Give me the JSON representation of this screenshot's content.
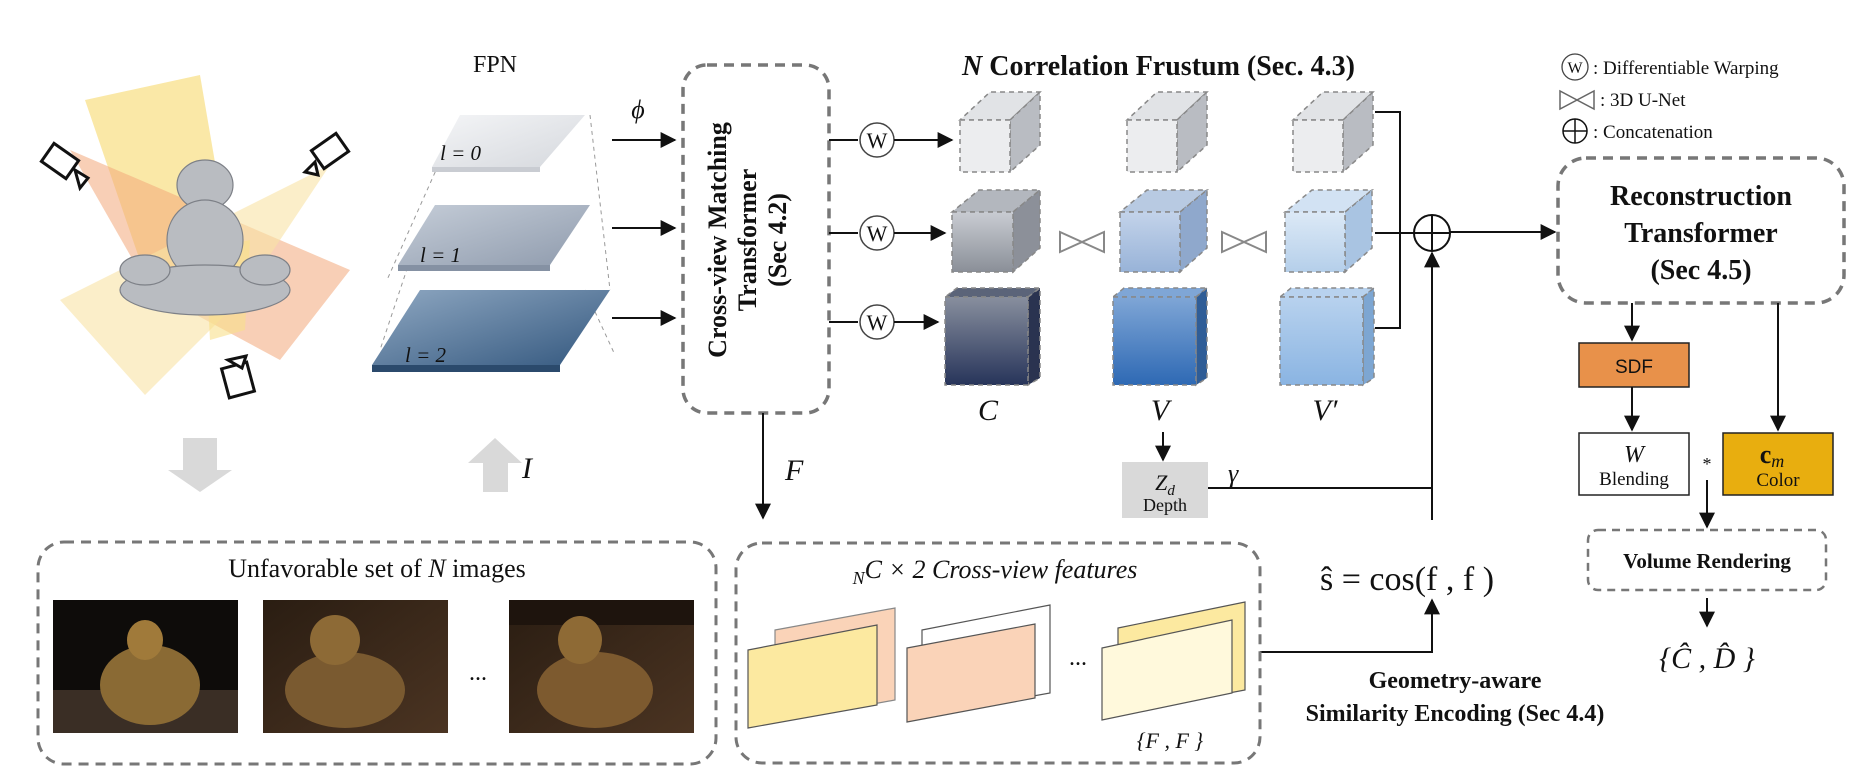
{
  "scene": {
    "fpn_label": "FPN",
    "levels": [
      "l = 0",
      "l = 1",
      "l = 2"
    ],
    "phi": "ϕ",
    "input_symbol": "I"
  },
  "transformer": {
    "line1": "Cross-view Matching",
    "line2": "Transformer",
    "line3": "(Sec 4.2)"
  },
  "warp_symbol": "W",
  "frustum": {
    "title_n": "N",
    "title_rest": " Correlation Frustum (Sec. 4.3)",
    "labels": [
      "C",
      "V",
      "V′"
    ]
  },
  "legend": {
    "warping": ": Differentiable Warping",
    "unet": ": 3D U-Net",
    "concat": ": Concatenation"
  },
  "recon": {
    "line1": "Reconstruction",
    "line2": "Transformer",
    "line3": "(Sec 4.5)"
  },
  "sdf": "SDF",
  "blending": {
    "symbol": "W",
    "label": "Blending"
  },
  "color": {
    "symbol": "c",
    "sub": "m",
    "label": "Color"
  },
  "star": "*",
  "volume_rendering": "Volume Rendering",
  "output": "{Ĉ , D̂ }",
  "depth": {
    "symbol": "Z",
    "sub": "d",
    "label": "Depth"
  },
  "gamma": "γ",
  "F_symbol": "F",
  "similarity": {
    "formula": "ŝ = cos(f , f )",
    "line1": "Geometry-aware",
    "line2": "Similarity Encoding (Sec 4.4)"
  },
  "unfavorable": {
    "text": "Unfavorable set of ",
    "n": "N",
    "rest": " images",
    "ellipsis": "..."
  },
  "crossview": {
    "text": "C  × 2  Cross-view features",
    "pre": "N",
    "ellipsis": "...",
    "set": "{F , F }"
  },
  "colors": {
    "sdf": "#E8914A",
    "color_box": "#E8AE0F",
    "depth_box": "#D9D9D9",
    "dash_border": "#777777",
    "c_cube_top": "#888F9E",
    "c_cube_bottom": "#27345A",
    "v_cube_top": "#7FA6D6",
    "v_cube_bottom": "#2E69B4",
    "vp_cube_top": "#B8D2EE",
    "vp_cube_bottom": "#8AB4E2",
    "feature_yellow": "#FCE9A0",
    "feature_peach": "#FAD3B8"
  }
}
